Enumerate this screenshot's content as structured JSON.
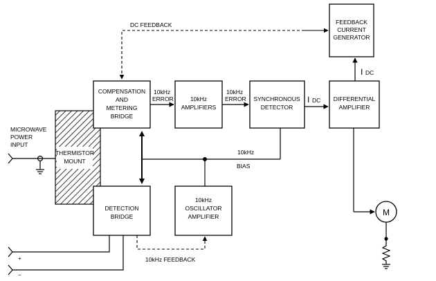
{
  "blocks": {
    "feedback_current_generator": [
      "FEEDBACK",
      "CURRENT",
      "GENERATOR"
    ],
    "compensation_bridge": [
      "COMPENSATION",
      "AND",
      "METERING",
      "BRIDGE"
    ],
    "amplifiers": [
      "10kHz",
      "AMPLIFIERS"
    ],
    "synchronous_detector": [
      "SYNCHRONOUS",
      "DETECTOR"
    ],
    "differential_amplifier": [
      "DIFFERENTIAL",
      "AMPLIFIER"
    ],
    "thermistor_mount": [
      "THERMISTOR",
      "MOUNT"
    ],
    "detection_bridge": [
      "DETECTION",
      "BRIDGE"
    ],
    "oscillator_amplifier": [
      "10kHz",
      "OSCILLATOR",
      "AMPLIFIER"
    ]
  },
  "labels": {
    "dc_feedback": "DC FEEDBACK",
    "error_1": [
      "10kHz",
      "ERROR"
    ],
    "error_2": [
      "10kHz",
      "ERROR"
    ],
    "idc_main": "I",
    "idc_main_sub": "DC",
    "idc_vertical": "I",
    "idc_vertical_sub": "DC",
    "bias": [
      "10kHz",
      "BIAS"
    ],
    "microwave_input": [
      "MICROWAVE",
      "POWER",
      "INPUT"
    ],
    "khz_feedback": "10kHz FEEDBACK",
    "meter": "M",
    "plus": "+",
    "minus": "−"
  }
}
